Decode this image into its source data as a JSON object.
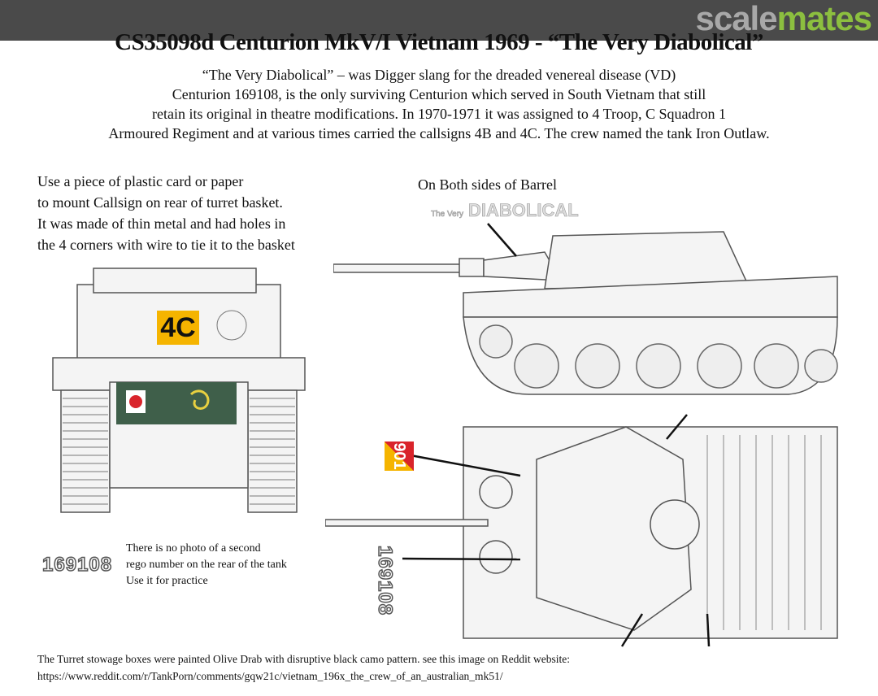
{
  "logo": {
    "part1": "scale",
    "part2": "mates"
  },
  "title": "CS35098d Centurion MkV/I Vietnam 1969 - “The Very Diabolical”",
  "intro": [
    "“The Very Diabolical” – was Digger slang for the dreaded venereal disease (VD)",
    "Centurion 169108, is the only surviving Centurion which served in South Vietnam that still",
    "retain its original in theatre modifications. In 1970-1971 it was assigned to 4 Troop, C Squadron 1",
    "Armoured Regiment and at various times carried the callsigns 4B and 4C. The crew named the tank Iron Outlaw."
  ],
  "callsign_note": [
    "Use a piece of plastic card or paper",
    "to mount Callsign on rear of turret basket.",
    "It was made of thin metal and had holes in",
    "the 4 corners with wire to tie it to the basket"
  ],
  "barrel_note": "On Both sides of Barrel",
  "barrel_decal": {
    "small": "The Very",
    "large": "DIABOLICAL"
  },
  "callsign": "4C",
  "rego_number": "169108",
  "side_number": "901",
  "rego_note": [
    "There is no photo of a second",
    "rego number on the rear of the tank",
    "Use it for practice"
  ],
  "footer": [
    "The Turret stowage boxes were painted Olive Drab with disruptive black camo pattern.  see this image on Reddit website:",
    "https://www.reddit.com/r/TankPorn/comments/gqw21c/vietnam_196x_the_crew_of_an_australian_mk51/"
  ],
  "colors": {
    "callsign_bg": "#f5b400",
    "panel_green": "#3f5f4a",
    "accent_red": "#d9242b"
  }
}
